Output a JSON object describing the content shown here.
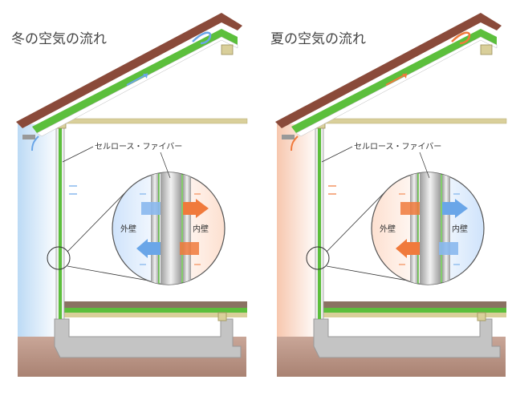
{
  "winter": {
    "title": "冬の空気の流れ",
    "fiber_label": "セルロース・ファイバー",
    "outer_wall_label": "外壁",
    "inner_wall_label": "内壁"
  },
  "summer": {
    "title": "夏の空気の流れ",
    "fiber_label": "セルロース・ファイバー",
    "outer_wall_label": "外壁",
    "inner_wall_label": "内壁"
  },
  "colors": {
    "roof": "#8a4a3a",
    "insulation_green": "#5cbf3c",
    "beam": "#d9cf9a",
    "foundation": "#c8c8c8",
    "ground": "#b89484",
    "cold_blue": "#6aa6e8",
    "warm_orange": "#f07a3c",
    "winter_sky": "#d6e9f8",
    "summer_sky": "#f8d6c4"
  }
}
